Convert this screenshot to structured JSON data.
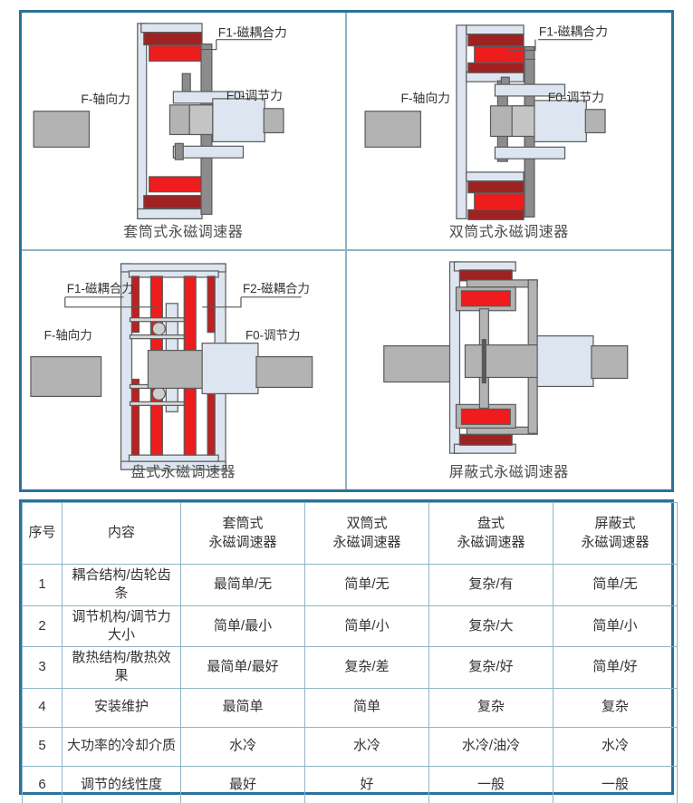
{
  "colors": {
    "outer_border": "#2b7299",
    "inner_grid": "#8fb4c9",
    "magnet_bright_red": "#ee1c1c",
    "magnet_dark_red": "#9e2222",
    "metal_gray": "#b3b3b3",
    "light_blue_metal": "#dde6f0",
    "mid_gray": "#8c8c8c",
    "text": "#4d4d4d"
  },
  "diagrams": [
    {
      "id": "sleeve-type",
      "caption": "套筒式永磁调速器",
      "labels": {
        "axial_force": "F-轴向力",
        "coupling_force_1": "F1-磁耦合力",
        "adjust_force": "F0-调节力"
      }
    },
    {
      "id": "double-cylinder-type",
      "caption": "双筒式永磁调速器",
      "labels": {
        "axial_force": "F-轴向力",
        "coupling_force_1": "F1-磁耦合力",
        "adjust_force": "F0-调节力"
      }
    },
    {
      "id": "disc-type",
      "caption": "盘式永磁调速器",
      "labels": {
        "axial_force": "F-轴向力",
        "coupling_force_1": "F1-磁耦合力",
        "coupling_force_2": "F2-磁耦合力",
        "adjust_force": "F0-调节力"
      }
    },
    {
      "id": "shielded-type",
      "caption": "屏蔽式永磁调速器",
      "labels": {}
    }
  ],
  "table": {
    "headers": [
      {
        "line1": "序号",
        "line2": ""
      },
      {
        "line1": "内容",
        "line2": ""
      },
      {
        "line1": "套筒式",
        "line2": "永磁调速器"
      },
      {
        "line1": "双筒式",
        "line2": "永磁调速器"
      },
      {
        "line1": "盘式",
        "line2": "永磁调速器"
      },
      {
        "line1": "屏蔽式",
        "line2": "永磁调速器"
      }
    ],
    "rows": [
      {
        "no": "1",
        "item": "耦合结构/齿轮齿条",
        "sleeve": "最简单/无",
        "double": "简单/无",
        "disc": "复杂/有",
        "shield": "简单/无"
      },
      {
        "no": "2",
        "item": "调节机构/调节力大小",
        "sleeve": "简单/最小",
        "double": "简单/小",
        "disc": "复杂/大",
        "shield": "简单/小"
      },
      {
        "no": "3",
        "item": "散热结构/散热效果",
        "sleeve": "最简单/最好",
        "double": "复杂/差",
        "disc": "复杂/好",
        "shield": "简单/好"
      },
      {
        "no": "4",
        "item": "安装维护",
        "sleeve": "最简单",
        "double": "简单",
        "disc": "复杂",
        "shield": "复杂"
      },
      {
        "no": "5",
        "item": "大功率的冷却介质",
        "sleeve": "水冷",
        "double": "水冷",
        "disc": "水冷/油冷",
        "shield": "水冷"
      },
      {
        "no": "6",
        "item": "调节的线性度",
        "sleeve": "最好",
        "double": "好",
        "disc": "一般",
        "shield": "一般"
      }
    ]
  }
}
